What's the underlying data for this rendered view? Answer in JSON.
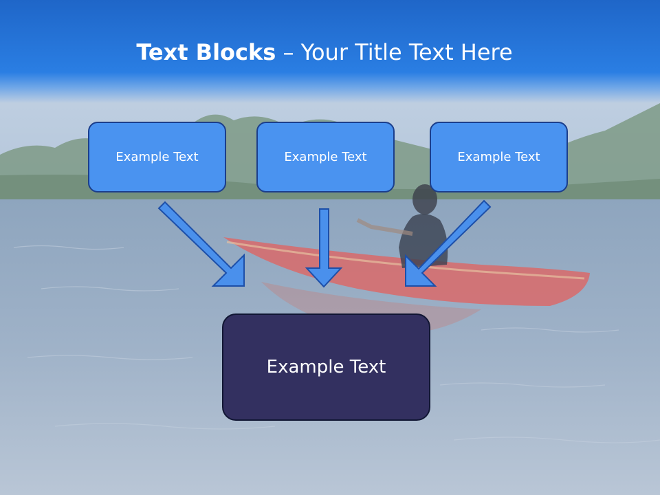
{
  "slide": {
    "title_bold": "Text Blocks",
    "title_dash": " – ",
    "title_rest": "Your Title Text Here",
    "top_boxes": [
      {
        "label": "Example Text"
      },
      {
        "label": "Example Text"
      },
      {
        "label": "Example Text"
      }
    ],
    "bottom_box": {
      "label": "Example Text"
    }
  },
  "colors": {
    "header": "#1f66c8",
    "small_box_fill": "#4a93f0",
    "small_box_border": "#1b3e8c",
    "big_box_fill": "#333060",
    "arrow_fill": "#4a90ec",
    "arrow_stroke": "#1d4fa8"
  },
  "background": {
    "description_icon": "kayak-photo"
  }
}
